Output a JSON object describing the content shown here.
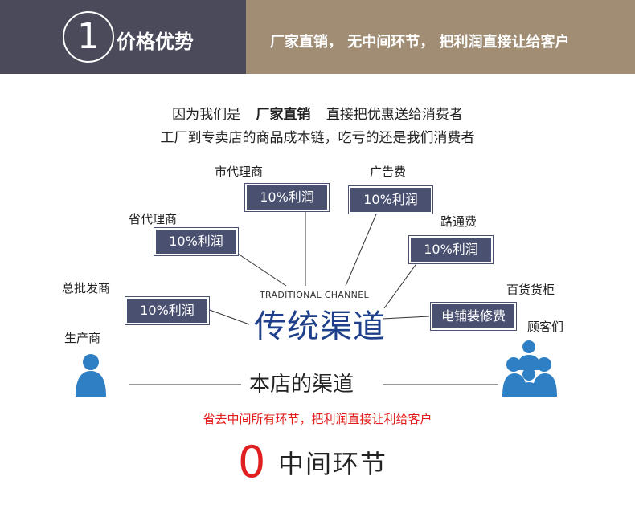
{
  "header": {
    "number": "1",
    "title": "价格优势",
    "slogan": "厂家直销， 无中间环节， 把利润直接让给客户"
  },
  "intro": {
    "line1_pre": "因为我们是",
    "line1_bold": "厂家直销",
    "line1_post": "直接把优惠送给消费者",
    "line2": "工厂到专卖店的商品成本链，吃亏的还是我们消费者"
  },
  "channel": {
    "city_agent_label": "市代理商",
    "city_agent_profit": "10%利润",
    "ad_fee_label": "广告费",
    "ad_fee_profit": "10%利润",
    "province_agent_label": "省代理商",
    "province_agent_profit": "10%利润",
    "road_fee_label": "路通费",
    "road_fee_profit": "10%利润",
    "wholesaler_label": "总批发商",
    "wholesaler_profit": "10%利润",
    "dept_store_label": "百货货柜",
    "decoration_fee": "电铺装修费",
    "producer_label": "生产商",
    "customer_label": "顾客们",
    "center_small": "TRADITIONAL CHANNEL",
    "center_big": "传统渠道"
  },
  "store": {
    "title": "本店的渠道",
    "note": "省去中间所有环节，把利润直接让利给客户",
    "zero": "0",
    "zero_text": "中间环节"
  },
  "colors": {
    "header_left": "#4a4a5a",
    "header_right": "#a08d74",
    "box": "#4a5070",
    "center_blue": "#1e3f8a",
    "person_blue": "#2f7fc4",
    "red": "#e02020"
  }
}
